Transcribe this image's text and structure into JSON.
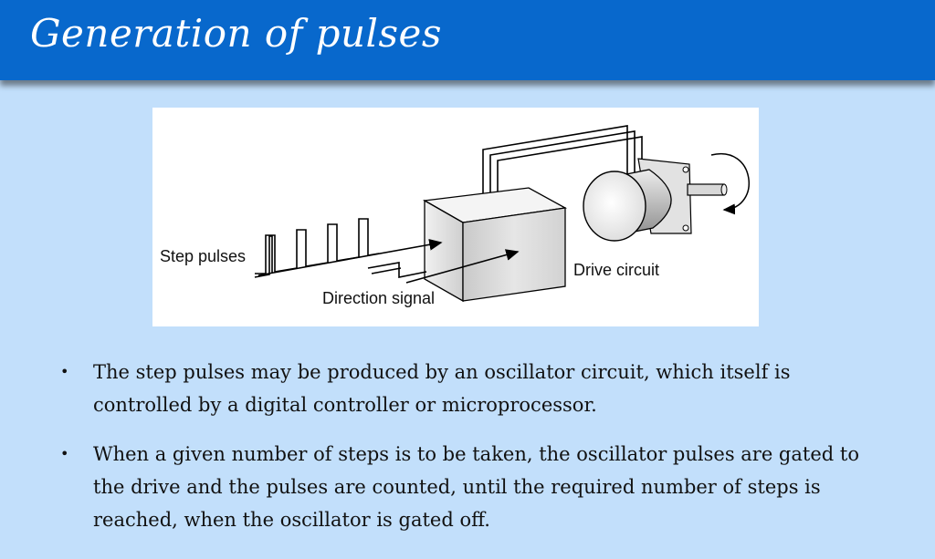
{
  "header": {
    "title": "Generation of pulses"
  },
  "figure": {
    "label_step_pulses": "Step pulses",
    "label_direction_signal": "Direction signal",
    "label_drive_circuit": "Drive circuit"
  },
  "bullets": [
    {
      "text": "The step pulses may be produced by an oscillator circuit, which itself is controlled by a digital controller or microprocessor."
    },
    {
      "text": "When a given number of steps is to be taken, the oscillator pulses are gated to the drive and the pulses are counted, until the required number of steps is reached, when the oscillator is gated off."
    }
  ],
  "colors": {
    "header_bg": "#0868cc",
    "page_bg": "#c2dffb"
  }
}
